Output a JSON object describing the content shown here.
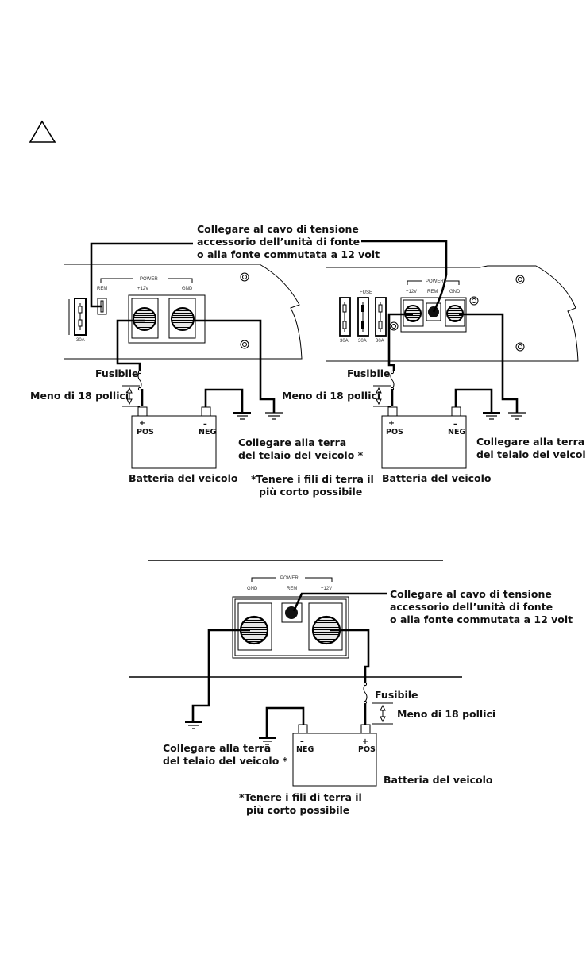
{
  "warning_icon": "warning-triangle-icon",
  "terminal_labels": {
    "power": "POWER",
    "rem": "REM",
    "plus12v": "+12V",
    "gnd": "GND",
    "fuse": "FUSE",
    "fuse_rating": "30A"
  },
  "labels": {
    "remote_line1": "Collegare al cavo di tensione",
    "remote_line2": "accessorio dell’unità di fonte",
    "remote_line3": "o alla fonte commutata a 12 volt",
    "fuse": "Fusibile",
    "distance": "Meno di 18 pollici",
    "ground_line1": "Collegare alla terra",
    "ground_line2": "del telaio del veicolo *",
    "battery": "Batteria del veicolo",
    "note_line1": "*Tenere i fili di terra il",
    "note_line2": "più corto possibile",
    "pos": "POS",
    "neg": "NEG",
    "plus": "+",
    "minus": "–"
  }
}
